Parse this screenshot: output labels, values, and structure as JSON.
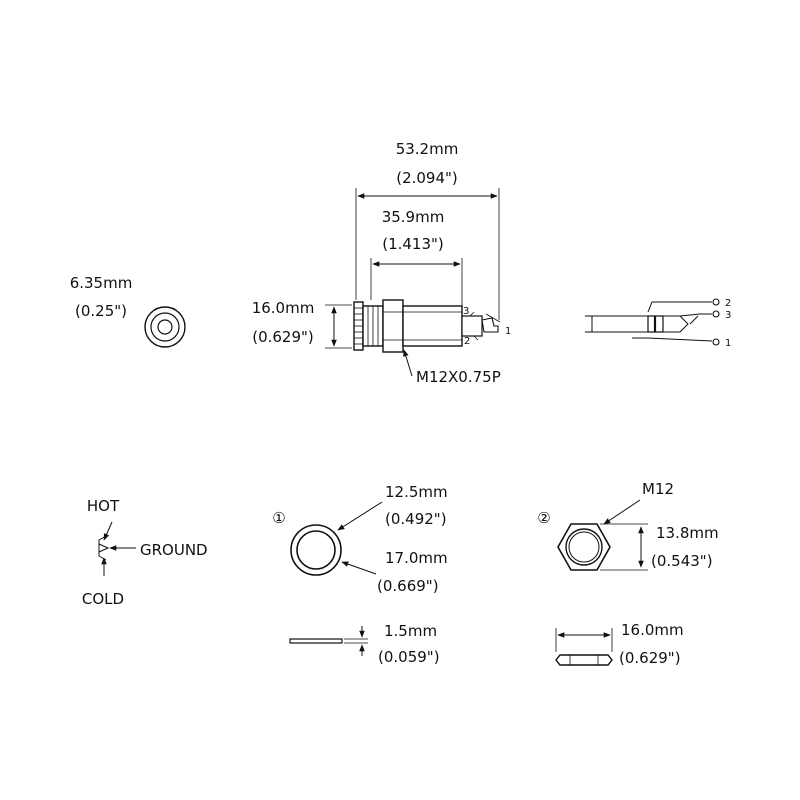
{
  "top_view": {
    "overall_length_mm": "53.2mm",
    "overall_length_in": "(2.094\")",
    "body_length_mm": "35.9mm",
    "body_length_in": "(1.413\")",
    "diameter_mm": "16.0mm",
    "diameter_in": "(0.629\")",
    "thread_label": "M12X0.75P",
    "pin_1": "1",
    "pin_2": "2",
    "pin_3": "3"
  },
  "end_view": {
    "hole_mm": "6.35mm",
    "hole_in": "(0.25\")"
  },
  "schematic": {
    "pin_2": "2",
    "pin_3": "3",
    "pin_1": "1"
  },
  "legend": {
    "hot": "HOT",
    "ground": "GROUND",
    "cold": "COLD"
  },
  "washer": {
    "marker": "①",
    "inner_mm": "12.5mm",
    "inner_in": "(0.492\")",
    "outer_mm": "17.0mm",
    "outer_in": "(0.669\")",
    "thickness_mm": "1.5mm",
    "thickness_in": "(0.059\")"
  },
  "nut": {
    "marker": "②",
    "thread": "M12",
    "flats_mm": "13.8mm",
    "flats_in": "(0.543\")",
    "width_mm": "16.0mm",
    "width_in": "(0.629\")"
  }
}
